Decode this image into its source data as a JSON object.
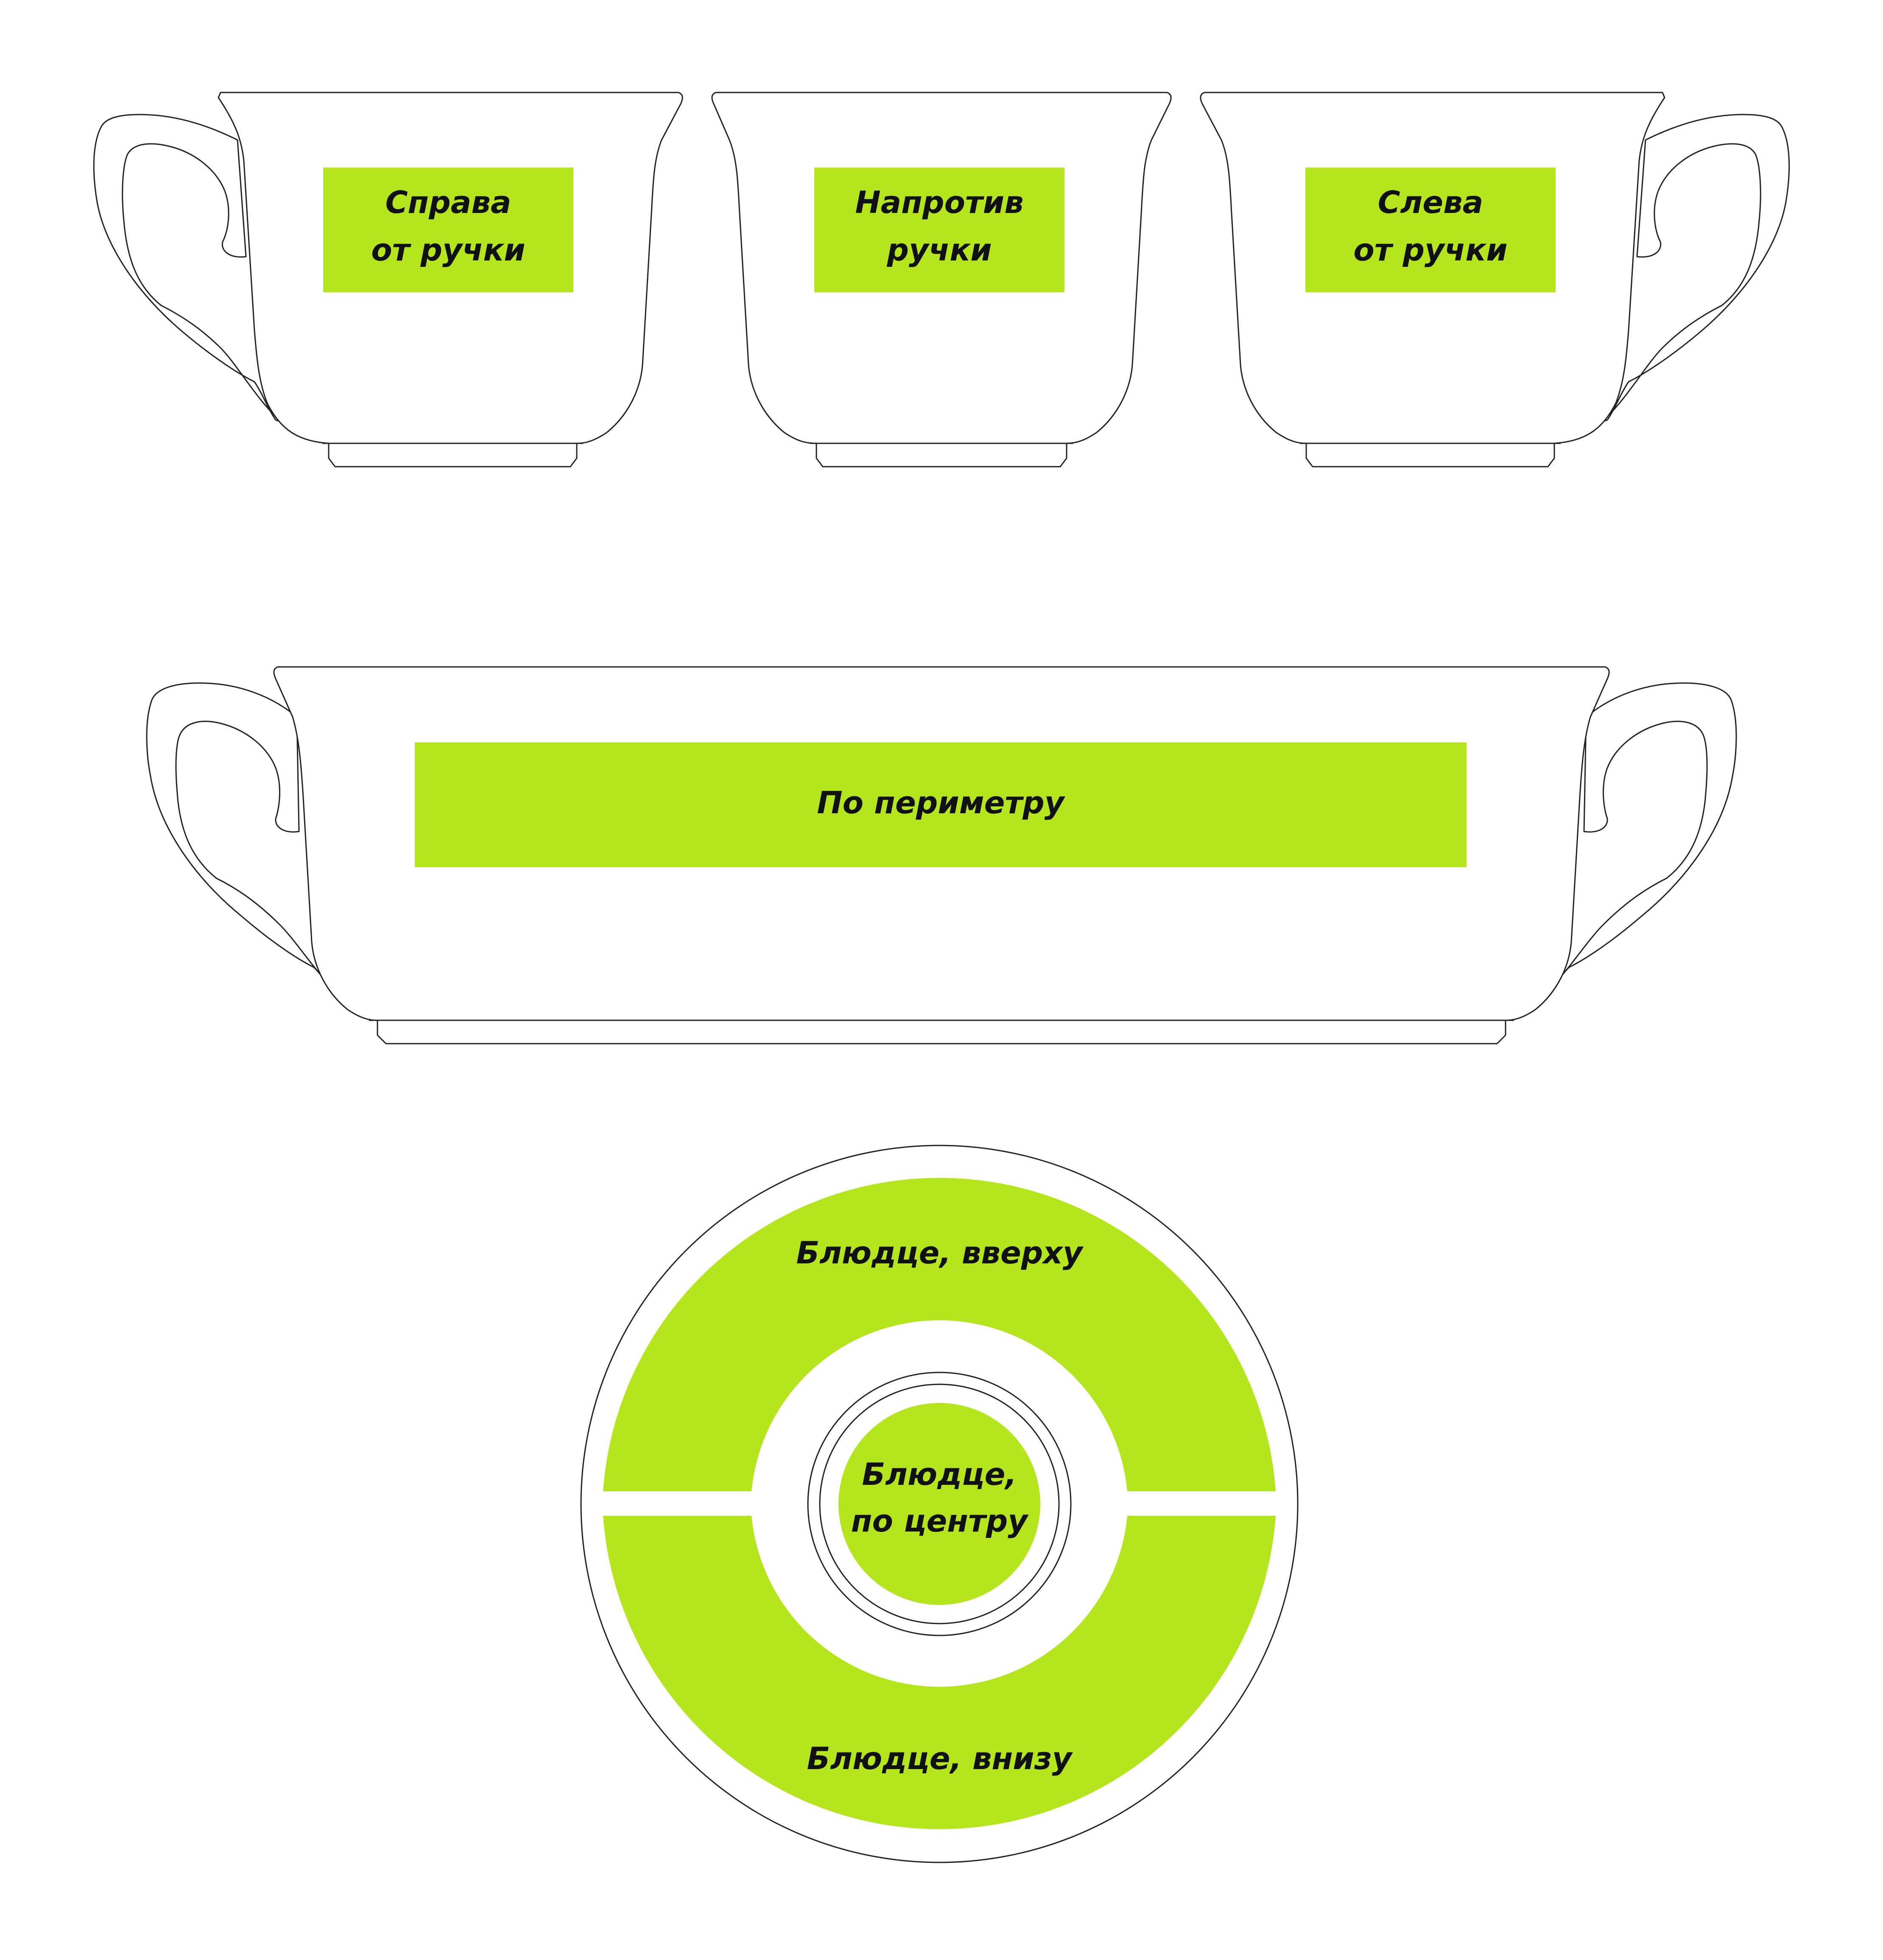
{
  "colors": {
    "zone": "#b5e51d",
    "outline": "#222222",
    "background": "#ffffff",
    "text": "#111111"
  },
  "labels": {
    "cup_right": [
      "Справа",
      "от ручки"
    ],
    "cup_opposite": [
      "Напротив",
      "ручки"
    ],
    "cup_left": [
      "Слева",
      "от ручки"
    ],
    "perimeter": "По периметру",
    "saucer_top": "Блюдце, вверху",
    "saucer_center": [
      "Блюдце,",
      "по центру"
    ],
    "saucer_bottom": "Блюдце, внизу"
  }
}
